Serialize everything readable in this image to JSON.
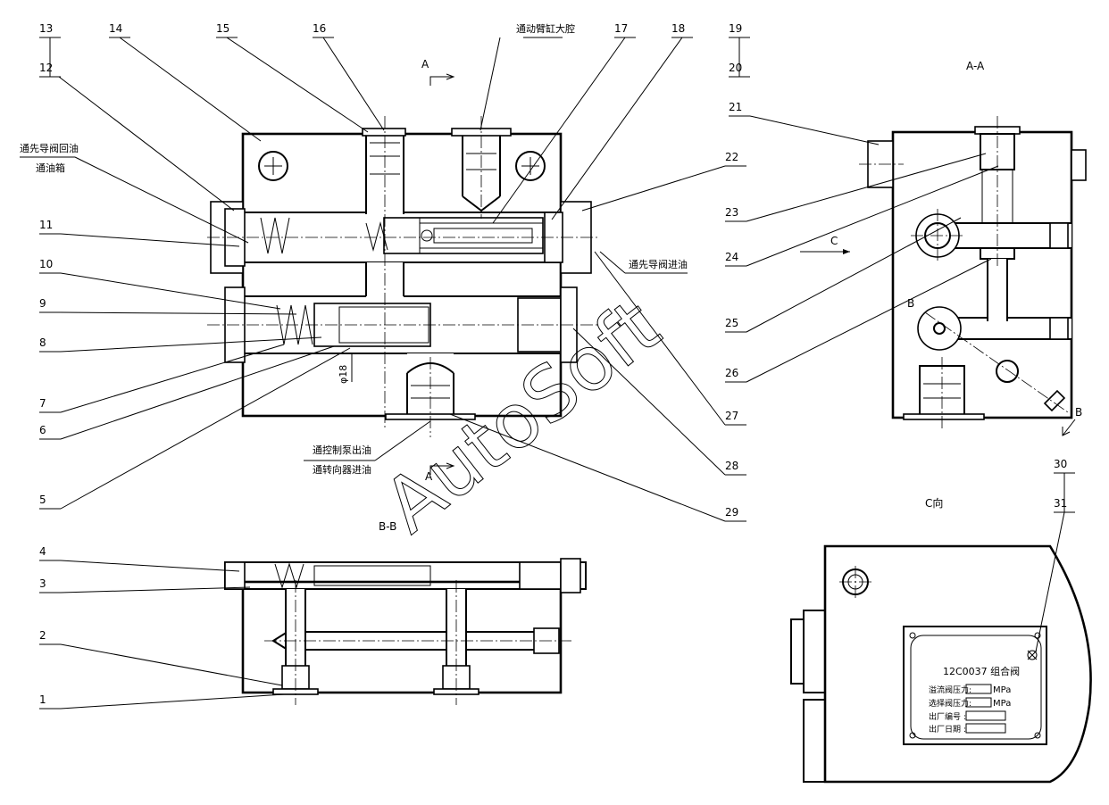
{
  "part_numbers": [
    "1",
    "2",
    "3",
    "4",
    "5",
    "6",
    "7",
    "8",
    "9",
    "10",
    "11",
    "12",
    "13",
    "14",
    "15",
    "16",
    "17",
    "18",
    "19",
    "20",
    "21",
    "22",
    "23",
    "24",
    "25",
    "26",
    "27",
    "28",
    "29",
    "30",
    "31"
  ],
  "annotations": {
    "arm_cylinder_chamber": "通动臂缸大腔",
    "pilot_return_line1": "通先导阀回油",
    "pilot_return_line2": "通油箱",
    "pilot_inlet": "通先导阀进油",
    "pump_outlet": "通控制泵出油",
    "steering_inlet": "通转向器进油",
    "diameter": "φ18"
  },
  "section_labels": {
    "a_top": "A",
    "a_bottom": "A",
    "aa": "A-A",
    "bb": "B-B",
    "c_arrow": "C",
    "b_upper": "B",
    "b_lower": "B",
    "c_view": "C向"
  },
  "nameplate": {
    "model": "12C0037 组合阀",
    "rows": [
      {
        "label": "溢流阀压力:",
        "unit": "MPa"
      },
      {
        "label": "选择阀压力:",
        "unit": "MPa"
      },
      {
        "label": "出厂编号   :",
        "unit": ""
      },
      {
        "label": "出厂日期   :",
        "unit": ""
      }
    ]
  },
  "watermark": "AutoSoft"
}
